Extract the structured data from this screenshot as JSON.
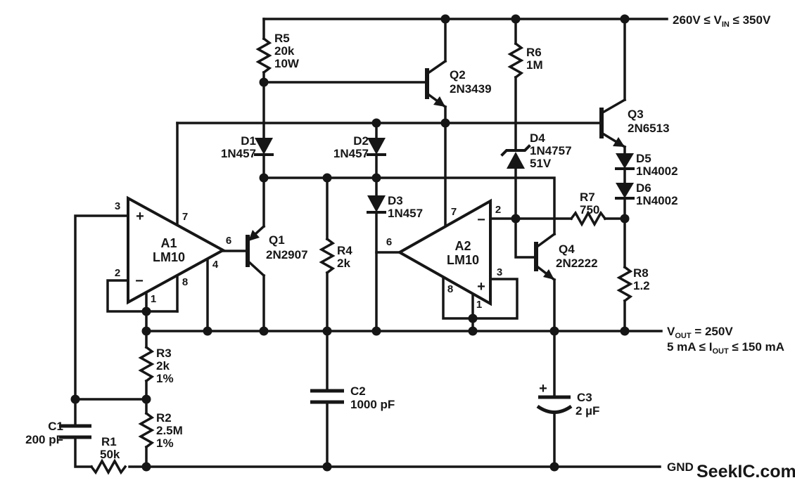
{
  "annotations": {
    "vin": {
      "pre": "260V ≤ V",
      "sub": "IN",
      "post": " ≤ 350V"
    },
    "vout": {
      "pre": "V",
      "sub": "OUT",
      "post": " = 250V"
    },
    "iout": {
      "pre": "5 mA ≤ I",
      "sub": "OUT",
      "post": " ≤ 150 mA"
    },
    "gnd": "GND",
    "watermark": "SeekIC.com"
  },
  "colors": {
    "ink": "#161616",
    "watermark": "#8d9499"
  },
  "components": {
    "R1": {
      "ref": "R1",
      "value": "50k"
    },
    "R2": {
      "ref": "R2",
      "value": "2.5M",
      "note": "1%"
    },
    "R3": {
      "ref": "R3",
      "value": "2k",
      "note": "1%"
    },
    "R4": {
      "ref": "R4",
      "value": "2k"
    },
    "R5": {
      "ref": "R5",
      "value": "20k",
      "note": "10W"
    },
    "R6": {
      "ref": "R6",
      "value": "1M"
    },
    "R7": {
      "ref": "R7",
      "value": "750"
    },
    "R8": {
      "ref": "R8",
      "value": "1.2"
    },
    "C1": {
      "ref": "C1",
      "value": "200 pF"
    },
    "C2": {
      "ref": "C2",
      "value": "1000 pF"
    },
    "C3": {
      "ref": "C3",
      "value": "2 µF",
      "polarity": "+"
    },
    "D1": {
      "ref": "D1",
      "value": "1N457"
    },
    "D2": {
      "ref": "D2",
      "value": "1N457"
    },
    "D3": {
      "ref": "D3",
      "value": "1N457"
    },
    "D4": {
      "ref": "D4",
      "value": "1N4757",
      "note": "51V"
    },
    "D5": {
      "ref": "D5",
      "value": "1N4002"
    },
    "D6": {
      "ref": "D6",
      "value": "1N4002"
    },
    "Q1": {
      "ref": "Q1",
      "value": "2N2907"
    },
    "Q2": {
      "ref": "Q2",
      "value": "2N3439"
    },
    "Q3": {
      "ref": "Q3",
      "value": "2N6513"
    },
    "Q4": {
      "ref": "Q4",
      "value": "2N2222"
    },
    "A1": {
      "ref": "A1",
      "value": "LM10",
      "plus": "+",
      "minus": "−",
      "pins": {
        "noninv": "3",
        "inv": "2",
        "vplus": "7",
        "out": "6",
        "vminus": "4",
        "bal_a": "8",
        "bal_b": "1"
      }
    },
    "A2": {
      "ref": "A2",
      "value": "LM10",
      "plus": "+",
      "minus": "−",
      "pins": {
        "vplus": "7",
        "inv": "2",
        "out": "6",
        "bal_a": "8",
        "bal_b": "1",
        "noninv": "3"
      }
    }
  }
}
